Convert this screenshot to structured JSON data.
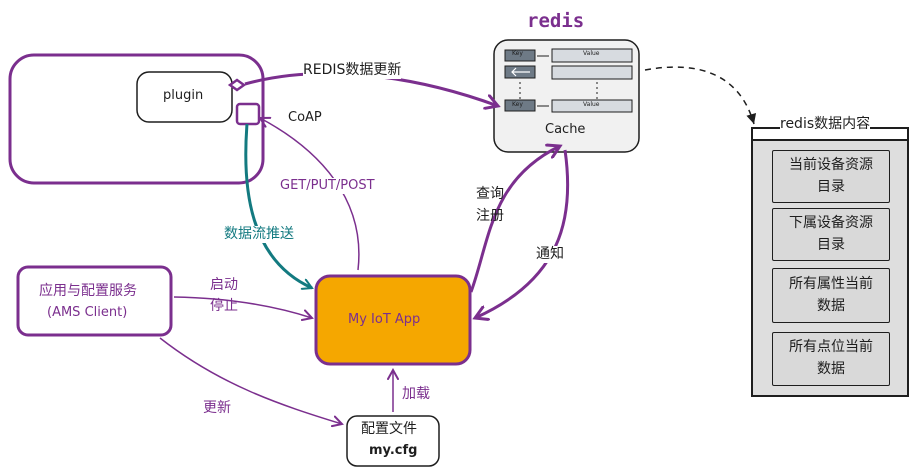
{
  "redis": {
    "title": "redis",
    "cache_label": "Cache",
    "key_label": "Key",
    "value_label": "Value"
  },
  "plugin": {
    "label": "plugin"
  },
  "coap": {
    "label": "CoAP"
  },
  "edges": {
    "redis_update": "REDIS数据更新",
    "get_put_post": "GET/PUT/POST",
    "stream_push": "数据流推送",
    "query_register": [
      "查询",
      "注册"
    ],
    "notify": "通知",
    "start_stop": [
      "启动",
      "停止"
    ],
    "update": "更新",
    "load": "加载"
  },
  "ams": {
    "line1": "应用与配置服务",
    "line2": "(AMS Client)"
  },
  "iot_app": {
    "label": "My IoT App"
  },
  "config_file": {
    "line1": "配置文件",
    "line2": "my.cfg"
  },
  "redis_content": {
    "title": "redis数据内容",
    "items": [
      {
        "line1": "当前设备资源",
        "line2": "目录"
      },
      {
        "line1": "下属设备资源",
        "line2": "目录"
      },
      {
        "line1": "所有属性当前",
        "line2": "数据"
      },
      {
        "line1": "所有点位当前",
        "line2": "数据"
      }
    ]
  },
  "colors": {
    "purple": "#7b2f8e",
    "teal": "#137a80",
    "orange": "#f5a700",
    "panel_gray": "#d9d9d9"
  }
}
